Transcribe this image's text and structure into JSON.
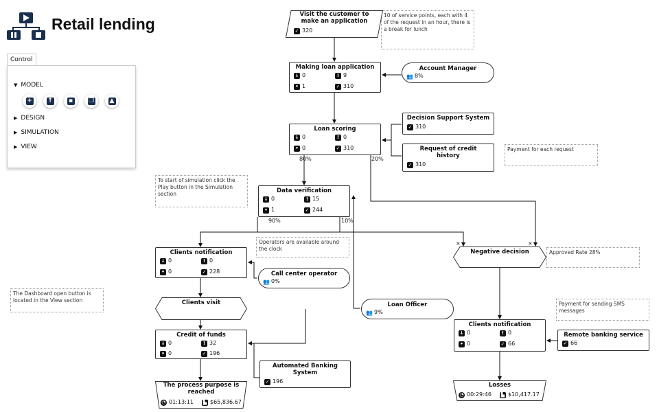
{
  "header": {
    "title": "Retail lending"
  },
  "control": {
    "tab": "Control",
    "menu": [
      "MODEL",
      "DESIGN",
      "SIMULATION",
      "VIEW"
    ],
    "tools": [
      "add-icon",
      "open-icon",
      "save-icon",
      "copy-icon",
      "image-icon"
    ]
  },
  "notes": {
    "service_points": "10 of service points, each with 4 of the request in an hour, there is a break for lunch",
    "payment": "Payment for each request",
    "simulation": "To start of simulation click the Play button in the Simulation section",
    "operators": "Operators are available around the clock",
    "approved": "Approved Rate 28%",
    "sms": "Payment for sending SMS messages",
    "dashboard": "The Dashboard open button is located in the View section"
  },
  "nodes": {
    "visit": {
      "title": "Visit the customer to make an application",
      "done": "320"
    },
    "making": {
      "title": "Making loan application",
      "in": "0",
      "queue": "9",
      "busy": "1",
      "done": "310"
    },
    "scoring": {
      "title": "Loan scoring",
      "in": "0",
      "queue": "0",
      "busy": "0",
      "done": "310"
    },
    "verification": {
      "title": "Data verification",
      "in": "0",
      "queue": "15",
      "busy": "1",
      "done": "244"
    },
    "notif_left": {
      "title": "Clients notification",
      "in": "0",
      "queue": "0",
      "busy": "0",
      "done": "228"
    },
    "clients_visit": {
      "title": "Clients visit"
    },
    "credit": {
      "title": "Credit of funds",
      "in": "0",
      "queue": "32",
      "busy": "0",
      "done": "196"
    },
    "purpose": {
      "title": "The process purpose is reached",
      "time": "01:13:11",
      "money": "$65,836.67"
    },
    "negative": {
      "title": "Negative decision"
    },
    "notif_right": {
      "title": "Clients notification",
      "in": "0",
      "queue": "0",
      "busy": "0",
      "done": "66"
    },
    "losses": {
      "title": "Losses",
      "time": "00:29:46",
      "money": "$10,417.17"
    }
  },
  "resources": {
    "account_manager": {
      "title": "Account Manager",
      "value": "8%"
    },
    "dss": {
      "title": "Decision Support System",
      "value": "310"
    },
    "credit_history": {
      "title": "Request of credit history",
      "value": "310"
    },
    "call_center": {
      "title": "Call center operator",
      "value": "0%"
    },
    "loan_officer": {
      "title": "Loan Officer",
      "value": "9%"
    },
    "abs": {
      "title": "Automated Banking System",
      "value": "196"
    },
    "remote": {
      "title": "Remote banking service",
      "value": "66"
    }
  },
  "percents": {
    "scoring_left": "80%",
    "scoring_right": "20%",
    "verif_left": "90%",
    "verif_right": "10%"
  }
}
